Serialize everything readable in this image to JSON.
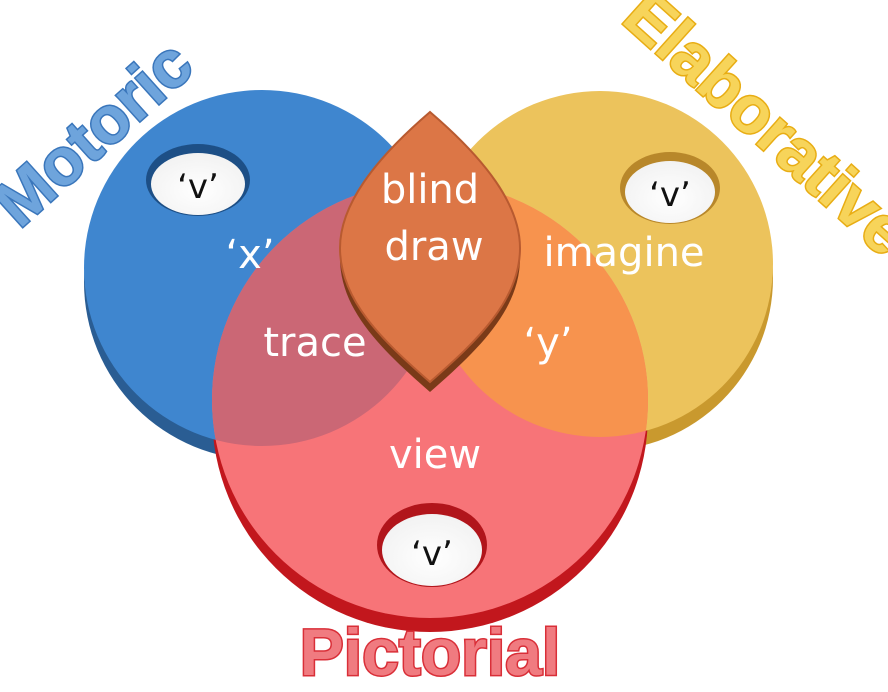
{
  "titles": {
    "motoric": "Motoric",
    "elaborative": "Elaborative",
    "pictorial": "Pictorial"
  },
  "regions": {
    "motoric_only": "‘x’",
    "elaborative_only": "imagine",
    "pictorial_only": "view",
    "motoric_elaborative": "blind",
    "motoric_pictorial": "trace",
    "elaborative_pictorial": "‘y’",
    "center": "draw"
  },
  "holes": {
    "motoric": "‘v’",
    "elaborative": "‘v’",
    "pictorial": "‘v’"
  },
  "colors": {
    "motoric": "#3f86cf",
    "elaborative": "#ecc35c",
    "pictorial": "#f77478",
    "blind_overlap": "#93b35a",
    "trace_overlap": "#cb6775",
    "y_overlap": "#f7934e",
    "center": "#dc7646",
    "title_motoric": "#4a8ad0",
    "title_elaborative": "#f3c335",
    "title_pictorial": "#e5424a"
  }
}
